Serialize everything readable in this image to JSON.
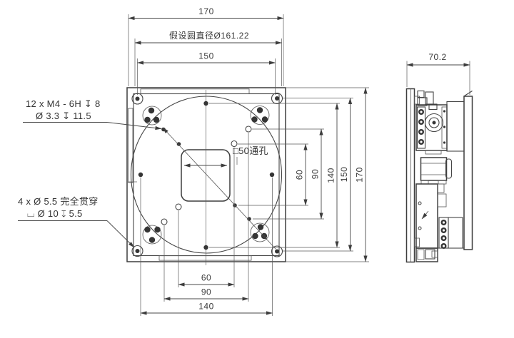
{
  "drawing": {
    "type": "mechanical-engineering-drawing",
    "views": [
      "front-view",
      "side-view"
    ],
    "ink_color": "#3d3d3d",
    "background_color": "#ffffff"
  },
  "dims": {
    "top_170": "170",
    "top_circle": "假设圆直径Ø161.22",
    "top_150": "150",
    "right_60": "60",
    "right_90": "90",
    "right_140": "140",
    "right_150": "150",
    "right_170": "170",
    "bottom_60": "60",
    "bottom_90": "90",
    "bottom_140": "140",
    "side_width": "70.2"
  },
  "notes": {
    "m4_line1": "12 x M4 - 6H ↧ 8",
    "m4_line2": "Ø 3.3 ↧ 11.5",
    "cbore_line1": "4 x Ø 5.5 完全贯穿",
    "cbore_line2": "⌴ Ø 10 ↧ 5.5",
    "center_hole": "□50通孔"
  }
}
